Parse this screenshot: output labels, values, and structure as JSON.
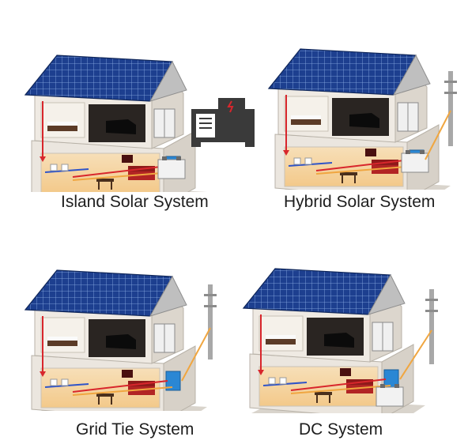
{
  "systems": [
    {
      "label": "Island Solar System"
    },
    {
      "label": "Hybrid Solar System"
    },
    {
      "label": "Grid Tie System"
    },
    {
      "label": "DC System"
    }
  ],
  "icons": {
    "house": "house-cutaway-illustration",
    "panels": "solar-panel-array",
    "generator": "diesel-generator-icon",
    "pole": "utility-pole-icon",
    "battery": "battery-icon"
  },
  "colors": {
    "panel": "#1d3f8f",
    "roof": "#c9c9c9",
    "wall": "#e7e2db",
    "inverter": "#2a87d4",
    "power_line_red": "#d8262c",
    "power_line_blue": "#2f54c8",
    "power_line_orange": "#f0a640",
    "generator": "#3a3a3a"
  }
}
